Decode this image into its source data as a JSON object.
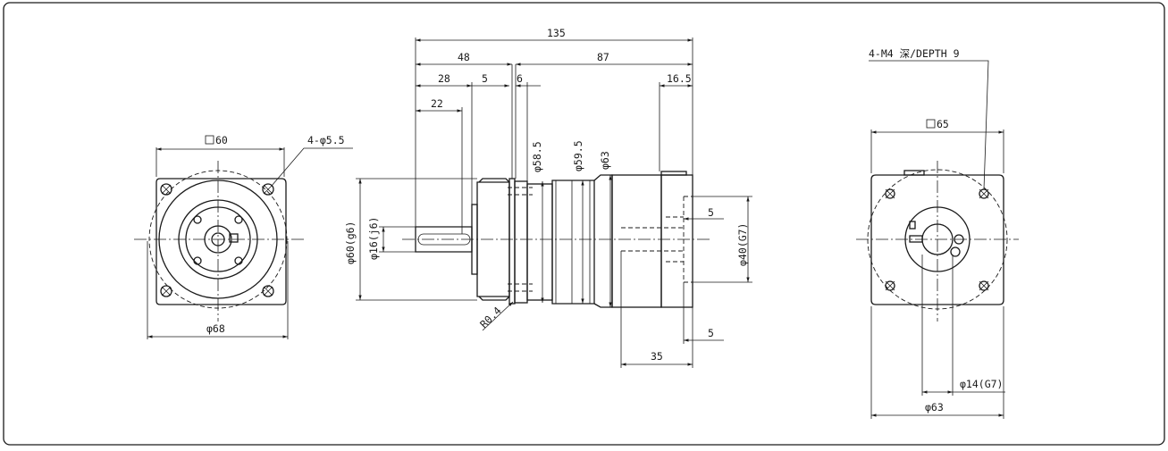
{
  "front_view": {
    "square_label": "60",
    "holes_label": "4-φ5.5",
    "pcd_label": "φ68"
  },
  "side_view": {
    "dims": {
      "total_length": "135",
      "input_length": "48",
      "body_length": "87",
      "shaft_length": "28",
      "key_length": "22",
      "flange_thk": "5",
      "flange_gap": "6",
      "collar_len": "16.5",
      "bore_depth": "35",
      "bore_chamfer_top": "5",
      "bore_chamfer_bottom": "5"
    },
    "diameters": {
      "pilot": "φ60(g6)",
      "shaft": "φ16(j6)",
      "d_58_5": "φ58.5",
      "d_59_5": "φ59.5",
      "d_63": "φ63",
      "bore_recess": "φ40(G7)"
    },
    "radius_label": "R0.4"
  },
  "rear_view": {
    "tapped_holes": "4-M4 深/DEPTH  9",
    "square_label": "65",
    "bore_label": "φ14(G7)",
    "pcd_label": "φ63"
  }
}
